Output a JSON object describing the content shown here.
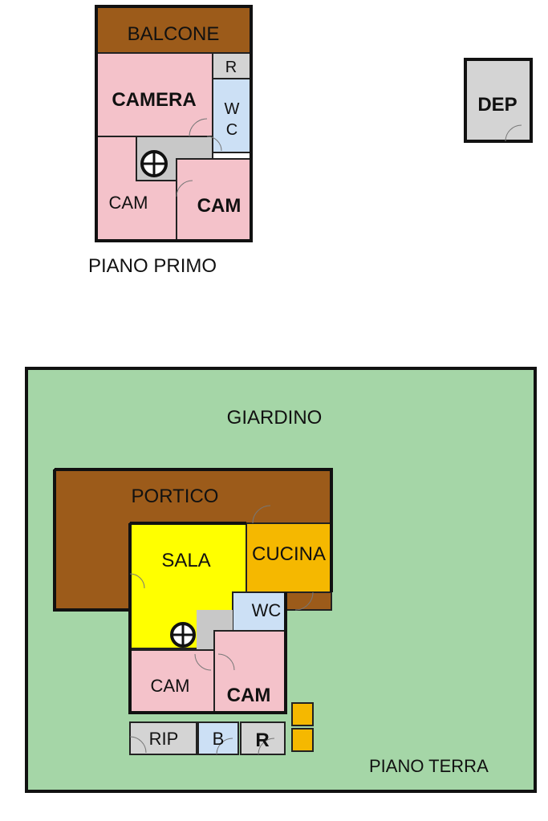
{
  "colors": {
    "garden": "#a5d6a7",
    "portico": "#9c5b1a",
    "bedroom": "#f4c2ca",
    "bath": "#cce0f5",
    "service": "#d4d4d4",
    "living": "#ffff00",
    "kitchen": "#f5b800",
    "stair": "#c8c8c8"
  },
  "first_floor": {
    "caption": "PIANO PRIMO",
    "rooms": {
      "balcone": "BALCONE",
      "camera": "CAMERA",
      "r": "R",
      "wc_w": "W",
      "wc_c": "C",
      "cam_left": "CAM",
      "cam_right": "CAM"
    }
  },
  "storage": {
    "label": "DEP"
  },
  "ground_floor": {
    "caption": "PIANO TERRA",
    "rooms": {
      "giardino": "GIARDINO",
      "portico": "PORTICO",
      "sala": "SALA",
      "cucina": "CUCINA",
      "wc": "WC",
      "cam_left": "CAM",
      "cam_right": "CAM",
      "rip": "RIP",
      "b": "B",
      "r": "R"
    }
  }
}
